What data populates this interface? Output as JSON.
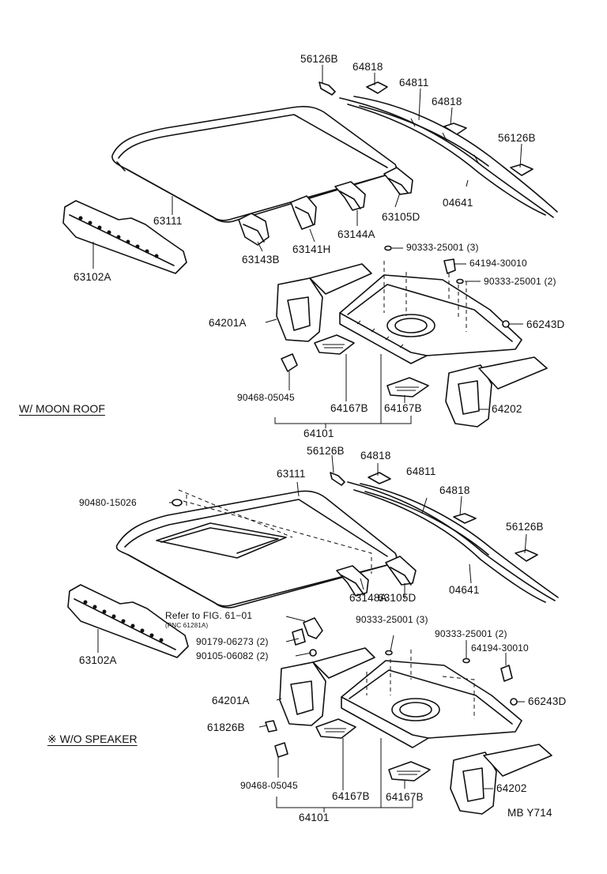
{
  "sections": {
    "moon_roof": "W/ MOON ROOF",
    "wo_speaker": "※ W/O SPEAKER"
  },
  "figure_code": "MB  Y714",
  "upper_labels": {
    "p56126B": "56126B",
    "p64818a": "64818",
    "p64811": "64811",
    "p64818b": "64818",
    "p56126Bb": "56126B",
    "p04641": "04641",
    "p63111": "63111",
    "p63105D": "63105D",
    "p63144A": "63144A",
    "p63143B": "63143B",
    "p63141H": "63141H",
    "p63102A": "63102A",
    "p90333a": "90333-25001 (3)",
    "p64194": "64194-30010",
    "p90333b": "90333-25001 (2)",
    "p66243D": "66243D",
    "p64201A": "64201A",
    "p90468": "90468-05045",
    "p64167Ba": "64167B",
    "p64167Bb": "64167B",
    "p64202": "64202",
    "p64101": "64101"
  },
  "lower_labels": {
    "p56126B": "56126B",
    "p64818a": "64818",
    "p63111": "63111",
    "p64811": "64811",
    "p90480": "90480-15026",
    "p64818b": "64818",
    "p56126Bb": "56126B",
    "p63148A": "63148A",
    "p63105D": "63105D",
    "p04641": "04641",
    "p63102A": "63102A",
    "refer": "Refer to FIG. 61−01",
    "pnc": "(PNC 61281A)",
    "p90179": "90179-06273 (2)",
    "p90105": "90105-06082 (2)",
    "p90333a": "90333-25001 (3)",
    "p90333b": "90333-25001 (2)",
    "p64194": "64194-30010",
    "p64201A": "64201A",
    "p66243D": "66243D",
    "p61826B": "61826B",
    "p90468": "90468-05045",
    "p64167Ba": "64167B",
    "p64167Bb": "64167B",
    "p64202": "64202",
    "p64101": "64101"
  }
}
